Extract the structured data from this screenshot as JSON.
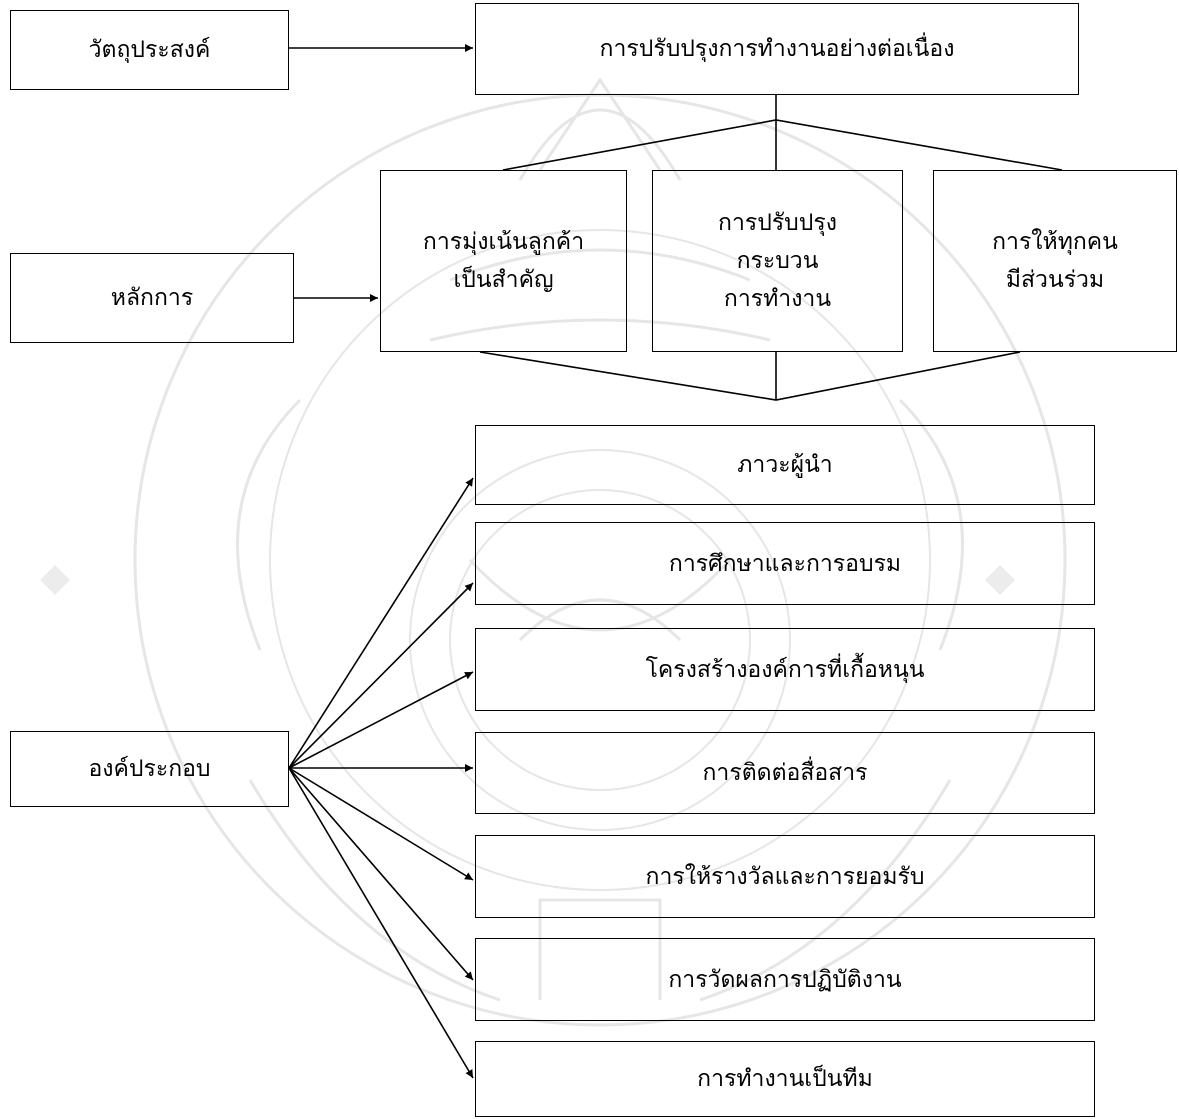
{
  "colors": {
    "stroke": "#000000",
    "text": "#000000",
    "watermark": "#e6e6e6"
  },
  "labels": {
    "objective": "วัตถุประสงค์",
    "principles": "หลักการ",
    "components": "องค์ประกอบ"
  },
  "objective": {
    "title": "การปรับปรุงการทำงานอย่างต่อเนื่อง"
  },
  "principles": [
    {
      "lines": [
        "การมุ่งเน้นลูกค้า",
        "เป็นสำคัญ"
      ]
    },
    {
      "lines": [
        "การปรับปรุง",
        "กระบวน",
        "การทำงาน"
      ]
    },
    {
      "lines": [
        "การให้ทุกคน",
        "มีส่วนร่วม"
      ]
    }
  ],
  "components": [
    "ภาวะผู้นำ",
    "การศึกษาและการอบรม",
    "โครงสร้างองค์การที่เกื้อหนุน",
    "การติดต่อสื่อสาร",
    "การให้รางวัลและการยอมรับ",
    "การวัดผลการปฏิบัติงาน",
    "การทำงานเป็นทีม"
  ]
}
